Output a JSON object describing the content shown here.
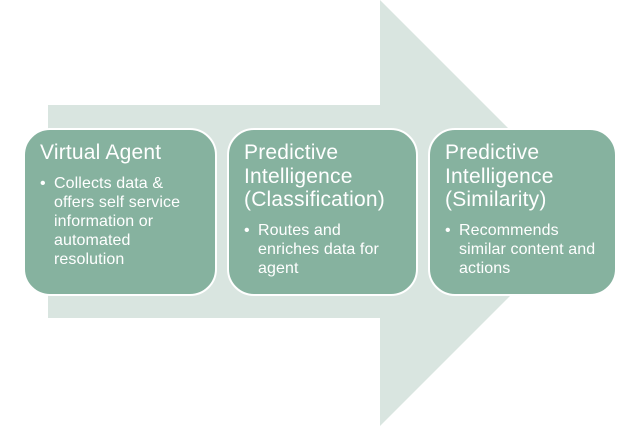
{
  "colors": {
    "background": "#ffffff",
    "arrow_fill": "#d9e5e0",
    "card_fill": "#86b29f",
    "card_border": "#ffffff",
    "text": "#ffffff"
  },
  "bullet_char": "•",
  "diagram": {
    "type": "process-arrow",
    "direction": "right",
    "cards": [
      {
        "title": "Virtual Agent",
        "bullets": [
          "Collects data & offers self service information or automated resolution"
        ]
      },
      {
        "title": "Predictive Intelligence (Classification)",
        "bullets": [
          "Routes and enriches data for agent"
        ]
      },
      {
        "title": "Predictive Intelligence (Similarity)",
        "bullets": [
          "Recommends similar content and actions"
        ]
      }
    ]
  }
}
